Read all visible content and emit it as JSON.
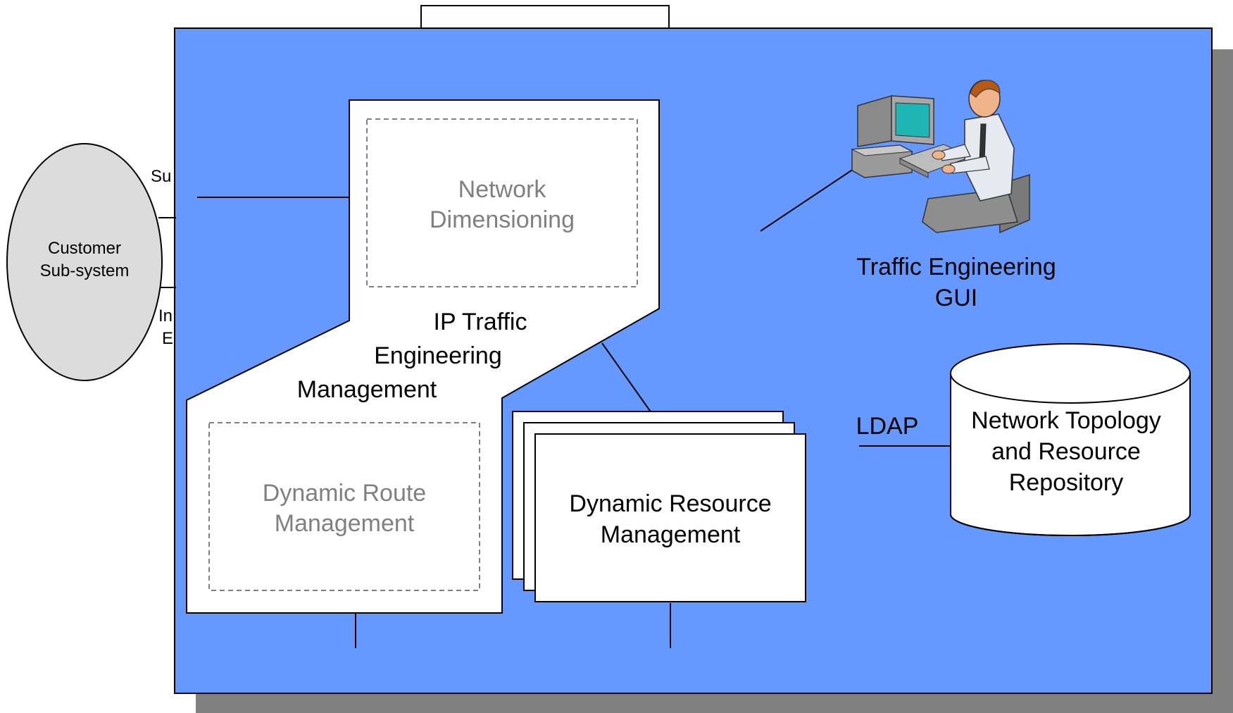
{
  "customer": {
    "line1": "Customer",
    "line2": "Sub-system"
  },
  "cut_labels": {
    "top": "Su",
    "bottom1": "In",
    "bottom2": "E"
  },
  "ip_te_management": {
    "line1": "IP Traffic",
    "line2": "Engineering",
    "line3": "Management"
  },
  "network_dimensioning": {
    "line1": "Network",
    "line2": "Dimensioning"
  },
  "dynamic_route_management": {
    "line1": "Dynamic Route",
    "line2": "Management"
  },
  "dynamic_resource_management": {
    "line1": "Dynamic Resource",
    "line2": "Management"
  },
  "te_gui": {
    "line1": "Traffic Engineering",
    "line2": "GUI"
  },
  "ldap": "LDAP",
  "repository": {
    "line1": "Network Topology",
    "line2": "and Resource",
    "line3": "Repository"
  },
  "colors": {
    "panel": "#6699FF",
    "shadow": "#808080",
    "muted_text": "#808080"
  }
}
